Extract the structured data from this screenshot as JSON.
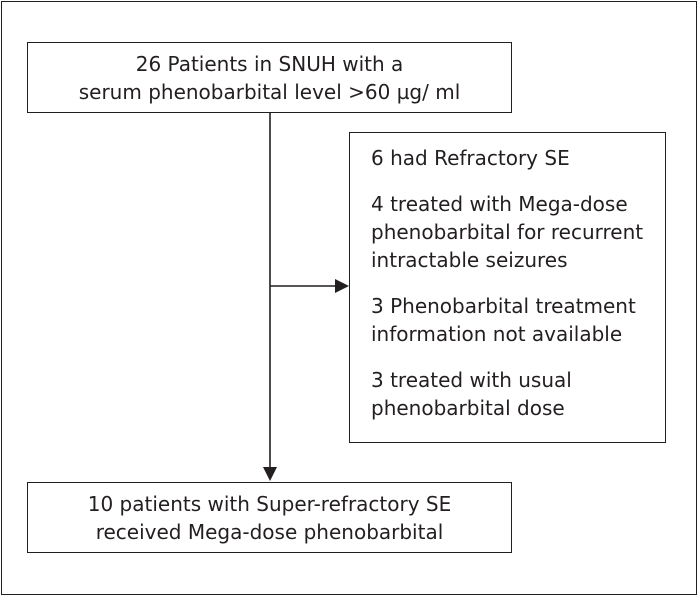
{
  "boxes": {
    "top": {
      "line1": "26 Patients in SNUH with a",
      "line2": "serum phenobarbital level >60 µg/ ml"
    },
    "side": {
      "entry1": "6 had Refractory SE",
      "entry2": "4 treated with Mega-dose phenobarbital for recurrent intractable seizures",
      "entry3": "3 Phenobarbital treatment information not available",
      "entry4": "3 treated with usual phenobarbital dose"
    },
    "bottom": {
      "line1": "10 patients with Super-refractory SE",
      "line2": "received Mega-dose phenobarbital"
    }
  },
  "colors": {
    "stroke": "#231f20"
  }
}
